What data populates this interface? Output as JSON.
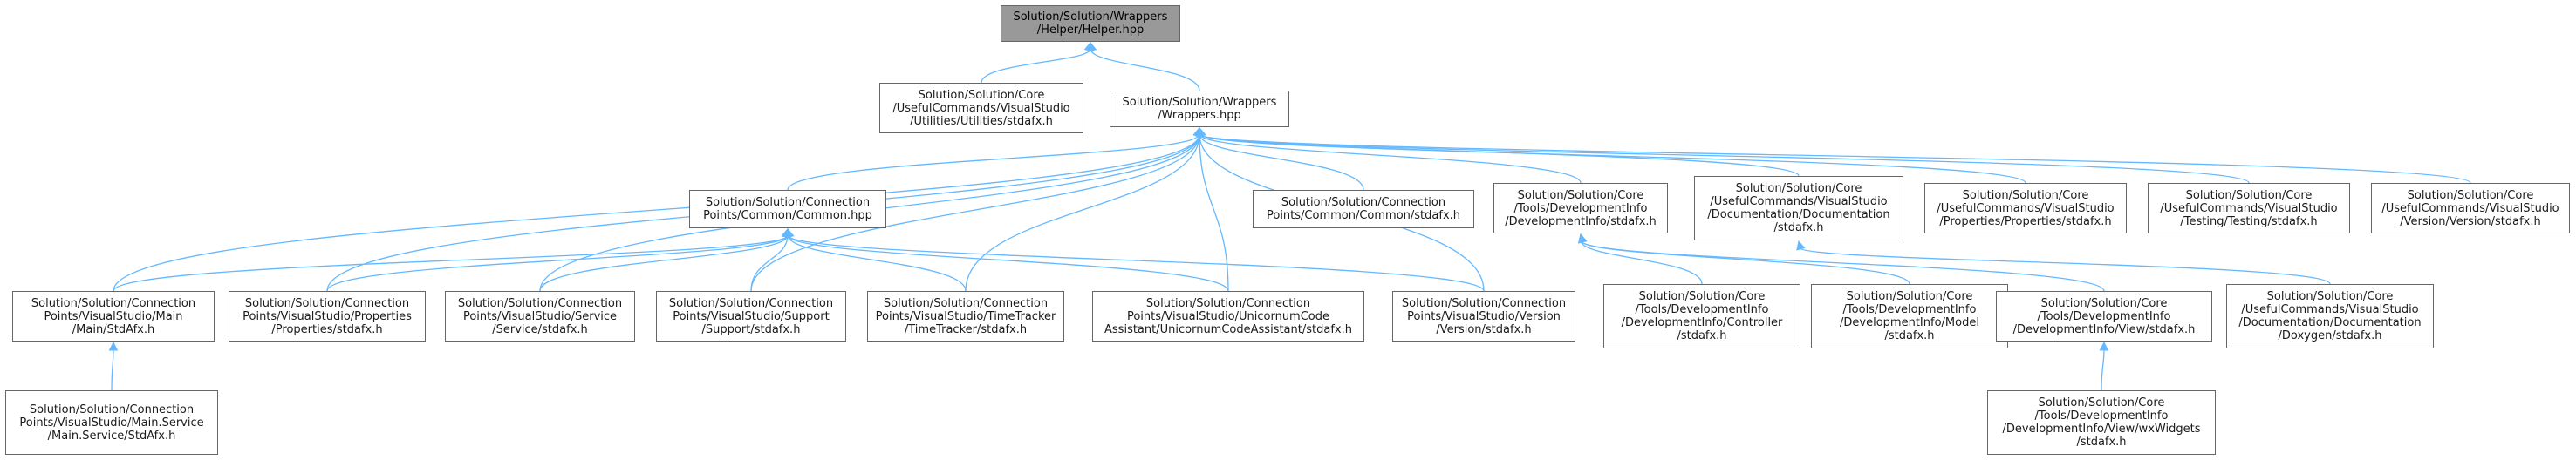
{
  "colors": {
    "edge": "#63b8ff",
    "node_border": "#666666",
    "root_fill": "#999999",
    "node_fill": "#ffffff"
  },
  "nodes": [
    {
      "id": "helper",
      "name": "node-helper-hpp",
      "root": true,
      "lines": [
        "Solution/Solution/Wrappers",
        "/Helper/Helper.hpp"
      ]
    },
    {
      "id": "utilities",
      "name": "node-utilities-stdafx",
      "lines": [
        "Solution/Solution/Core",
        "/UsefulCommands/VisualStudio",
        "/Utilities/Utilities/stdafx.h"
      ]
    },
    {
      "id": "wrappers",
      "name": "node-wrappers-hpp",
      "lines": [
        "Solution/Solution/Wrappers",
        "/Wrappers.hpp"
      ]
    },
    {
      "id": "common_hpp",
      "name": "node-common-hpp",
      "lines": [
        "Solution/Solution/Connection",
        "Points/Common/Common.hpp"
      ]
    },
    {
      "id": "common_stdafx",
      "name": "node-common-stdafx",
      "lines": [
        "Solution/Solution/Connection",
        "Points/Common/Common/stdafx.h"
      ]
    },
    {
      "id": "devinfo",
      "name": "node-developmentinfo-stdafx",
      "lines": [
        "Solution/Solution/Core",
        "/Tools/DevelopmentInfo",
        "/DevelopmentInfo/stdafx.h"
      ]
    },
    {
      "id": "documentation",
      "name": "node-documentation-stdafx",
      "lines": [
        "Solution/Solution/Core",
        "/UsefulCommands/VisualStudio",
        "/Documentation/Documentation",
        "/stdafx.h"
      ]
    },
    {
      "id": "properties_core",
      "name": "node-core-properties-stdafx",
      "lines": [
        "Solution/Solution/Core",
        "/UsefulCommands/VisualStudio",
        "/Properties/Properties/stdafx.h"
      ]
    },
    {
      "id": "testing",
      "name": "node-testing-stdafx",
      "lines": [
        "Solution/Solution/Core",
        "/UsefulCommands/VisualStudio",
        "/Testing/Testing/stdafx.h"
      ]
    },
    {
      "id": "version_core",
      "name": "node-core-version-stdafx",
      "lines": [
        "Solution/Solution/Core",
        "/UsefulCommands/VisualStudio",
        "/Version/Version/stdafx.h"
      ]
    },
    {
      "id": "main",
      "name": "node-main-stdafx",
      "lines": [
        "Solution/Solution/Connection",
        "Points/VisualStudio/Main",
        "/Main/StdAfx.h"
      ]
    },
    {
      "id": "properties_cp",
      "name": "node-connection-properties-stdafx",
      "lines": [
        "Solution/Solution/Connection",
        "Points/VisualStudio/Properties",
        "/Properties/stdafx.h"
      ]
    },
    {
      "id": "service",
      "name": "node-service-stdafx",
      "lines": [
        "Solution/Solution/Connection",
        "Points/VisualStudio/Service",
        "/Service/stdafx.h"
      ]
    },
    {
      "id": "support",
      "name": "node-support-stdafx",
      "lines": [
        "Solution/Solution/Connection",
        "Points/VisualStudio/Support",
        "/Support/stdafx.h"
      ]
    },
    {
      "id": "timetracker",
      "name": "node-timetracker-stdafx",
      "lines": [
        "Solution/Solution/Connection",
        "Points/VisualStudio/TimeTracker",
        "/TimeTracker/stdafx.h"
      ]
    },
    {
      "id": "unicornum",
      "name": "node-unicornumcodeassistant-stdafx",
      "lines": [
        "Solution/Solution/Connection",
        "Points/VisualStudio/UnicornumCode",
        "Assistant/UnicornumCodeAssistant/stdafx.h"
      ]
    },
    {
      "id": "version_cp",
      "name": "node-connection-version-stdafx",
      "lines": [
        "Solution/Solution/Connection",
        "Points/VisualStudio/Version",
        "/Version/stdafx.h"
      ]
    },
    {
      "id": "controller",
      "name": "node-controller-stdafx",
      "lines": [
        "Solution/Solution/Core",
        "/Tools/DevelopmentInfo",
        "/DevelopmentInfo/Controller",
        "/stdafx.h"
      ]
    },
    {
      "id": "model",
      "name": "node-model-stdafx",
      "lines": [
        "Solution/Solution/Core",
        "/Tools/DevelopmentInfo",
        "/DevelopmentInfo/Model",
        "/stdafx.h"
      ]
    },
    {
      "id": "view",
      "name": "node-view-stdafx",
      "lines": [
        "Solution/Solution/Core",
        "/Tools/DevelopmentInfo",
        "/DevelopmentInfo/View/stdafx.h"
      ]
    },
    {
      "id": "doxygen",
      "name": "node-doxygen-stdafx",
      "lines": [
        "Solution/Solution/Core",
        "/UsefulCommands/VisualStudio",
        "/Documentation/Documentation",
        "/Doxygen/stdafx.h"
      ]
    },
    {
      "id": "mainservice",
      "name": "node-mainservice-stdafx",
      "lines": [
        "Solution/Solution/Connection",
        "Points/VisualStudio/Main.Service",
        "/Main.Service/StdAfx.h"
      ]
    },
    {
      "id": "wxwidgets",
      "name": "node-wxwidgets-stdafx",
      "lines": [
        "Solution/Solution/Core",
        "/Tools/DevelopmentInfo",
        "/DevelopmentInfo/View/wxWidgets",
        "/stdafx.h"
      ]
    }
  ],
  "edges": [
    [
      "helper",
      "utilities"
    ],
    [
      "helper",
      "wrappers"
    ],
    [
      "wrappers",
      "common_hpp"
    ],
    [
      "wrappers",
      "common_stdafx"
    ],
    [
      "wrappers",
      "devinfo"
    ],
    [
      "wrappers",
      "documentation"
    ],
    [
      "wrappers",
      "properties_core"
    ],
    [
      "wrappers",
      "testing"
    ],
    [
      "wrappers",
      "version_core"
    ],
    [
      "wrappers",
      "main"
    ],
    [
      "wrappers",
      "properties_cp"
    ],
    [
      "wrappers",
      "service"
    ],
    [
      "wrappers",
      "support"
    ],
    [
      "wrappers",
      "timetracker"
    ],
    [
      "wrappers",
      "unicornum"
    ],
    [
      "wrappers",
      "version_cp"
    ],
    [
      "common_hpp",
      "main"
    ],
    [
      "common_hpp",
      "properties_cp"
    ],
    [
      "common_hpp",
      "service"
    ],
    [
      "common_hpp",
      "support"
    ],
    [
      "common_hpp",
      "timetracker"
    ],
    [
      "common_hpp",
      "unicornum"
    ],
    [
      "common_hpp",
      "version_cp"
    ],
    [
      "devinfo",
      "controller"
    ],
    [
      "devinfo",
      "model"
    ],
    [
      "devinfo",
      "view"
    ],
    [
      "documentation",
      "doxygen"
    ],
    [
      "main",
      "mainservice"
    ],
    [
      "view",
      "wxwidgets"
    ]
  ]
}
